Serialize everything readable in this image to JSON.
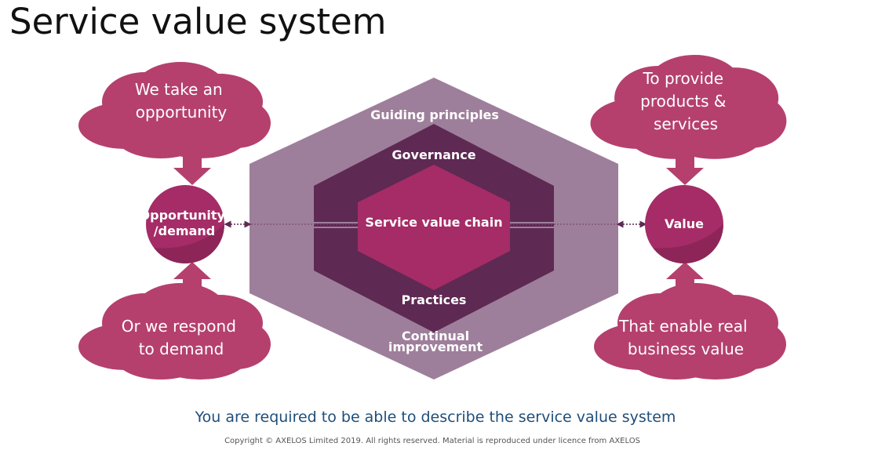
{
  "title": "Service value system",
  "hexagon": {
    "outer_top": "Guiding principles",
    "outer_bottom_line1": "Continual",
    "outer_bottom_line2": "improvement",
    "governance": "Governance",
    "practices": "Practices",
    "core": "Service value chain"
  },
  "nodes": {
    "left": {
      "line1": "Opportunity",
      "line2": "/demand"
    },
    "right": {
      "label": "Value"
    }
  },
  "clouds": {
    "top_left": [
      "We take an",
      "opportunity"
    ],
    "bottom_left": [
      "Or we respond",
      "to demand"
    ],
    "top_right": [
      "To provide",
      "products &",
      "services"
    ],
    "bottom_right": [
      "That enable real",
      "business value"
    ]
  },
  "subtitle": "You are required to be able to describe the service value system",
  "copyright": "Copyright © AXELOS Limited 2019. All rights reserved. Material is reproduced under licence from AXELOS",
  "colors": {
    "cloud": "#b5406d",
    "circle": "#a52c66",
    "outer_hex": "#9e7f9b",
    "inner_hex": "#5e2953",
    "core_hex": "#a52c66",
    "subtitle": "#1f4e79"
  }
}
